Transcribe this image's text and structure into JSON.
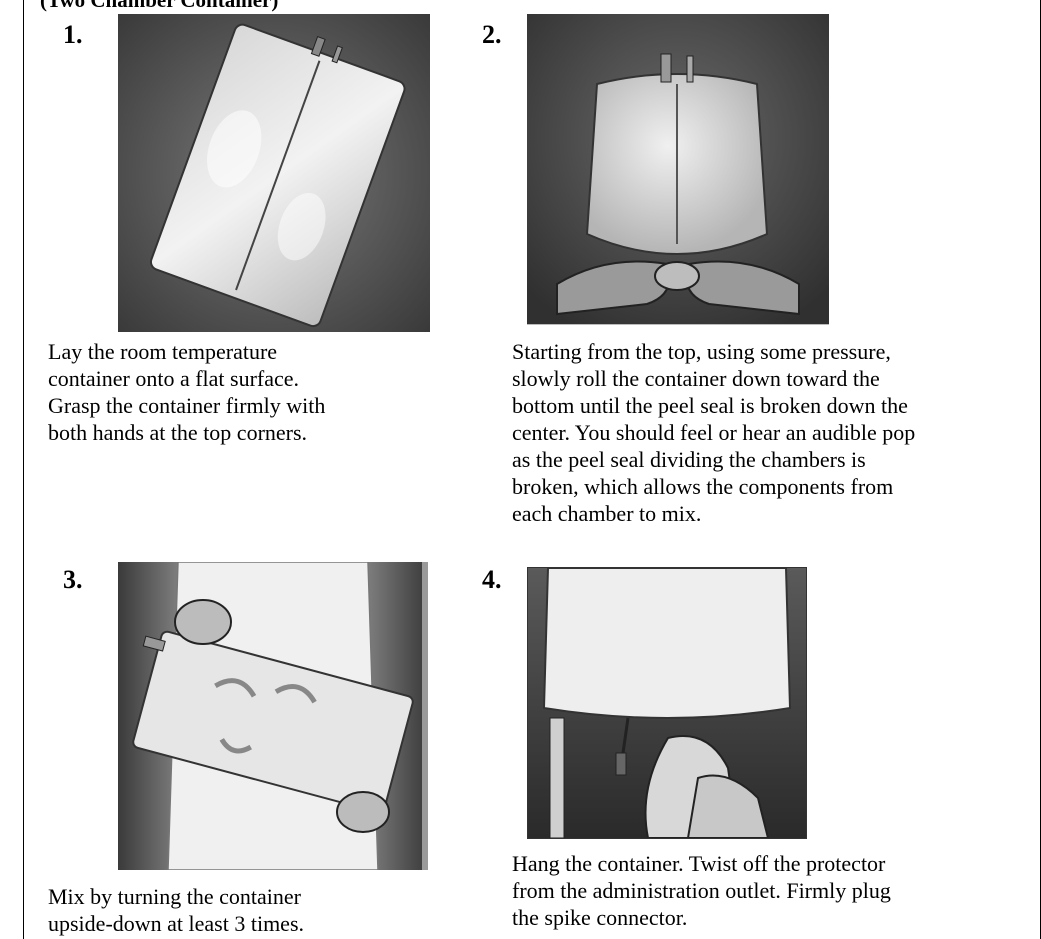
{
  "page": {
    "top_clip_text": "(Two Chamber Container)"
  },
  "steps": [
    {
      "number": "1.",
      "caption": "Lay the room temperature container onto a flat surface. Grasp the container firmly with both hands at the top corners.",
      "caption_lines": [
        "Lay the room temperature",
        "container onto a flat surface.",
        "Grasp the container firmly with",
        "both hands at the top corners."
      ]
    },
    {
      "number": "2.",
      "caption_lines": [
        "Starting from the top, using some pressure,",
        "slowly roll the container down toward the",
        "bottom until the peel seal is broken down the",
        "center. You should feel or hear an audible pop",
        "as the peel seal dividing the chambers is",
        "broken, which allows the components from",
        "each chamber to mix."
      ]
    },
    {
      "number": "3.",
      "caption_lines": [
        "Mix by turning the container",
        "upside-down at least 3 times."
      ]
    },
    {
      "number": "4.",
      "caption_lines": [
        "Hang the container. Twist off the protector",
        "from the administration outlet. Firmly plug",
        "the spike connector."
      ]
    }
  ]
}
